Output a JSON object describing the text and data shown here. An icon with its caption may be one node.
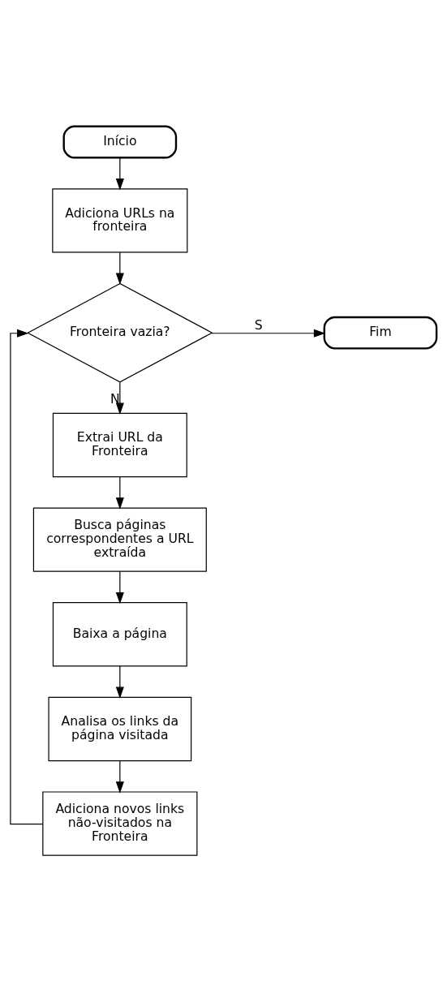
{
  "diagram": {
    "nodes": [
      {
        "text": [
          "Início"
        ]
      },
      {
        "text": [
          "Adiciona URLs na fronteira"
        ]
      },
      {
        "text": [
          "Fronteira vazia?"
        ]
      },
      {
        "text": [
          "Fim"
        ]
      },
      {
        "text": [
          "Extrai URL da Fronteira"
        ]
      },
      {
        "text": [
          "Busca páginas correspondentes a URL extraída"
        ]
      },
      {
        "text": [
          "Baixa a página"
        ]
      },
      {
        "text": [
          "Analisa os links da página visitada"
        ]
      },
      {
        "text": [
          "Adiciona novos links não-visitados na Fronteira"
        ]
      }
    ],
    "edges": [
      {
        "from": 0,
        "to": 1,
        "arrow": "to"
      },
      {
        "from": 1,
        "to": 2,
        "arrow": "to"
      },
      {
        "from": 2,
        "to": 3,
        "arrow": "to",
        "label": "S"
      },
      {
        "from": 2,
        "to": 4,
        "arrow": "to",
        "label": "N"
      },
      {
        "from": 4,
        "to": 5,
        "arrow": "to"
      },
      {
        "from": 5,
        "to": 6,
        "arrow": "to"
      },
      {
        "from": 6,
        "to": 7,
        "arrow": "to"
      },
      {
        "from": 7,
        "to": 8,
        "arrow": "to"
      },
      {
        "from": 8,
        "to": 2,
        "arrow": "to"
      }
    ]
  }
}
